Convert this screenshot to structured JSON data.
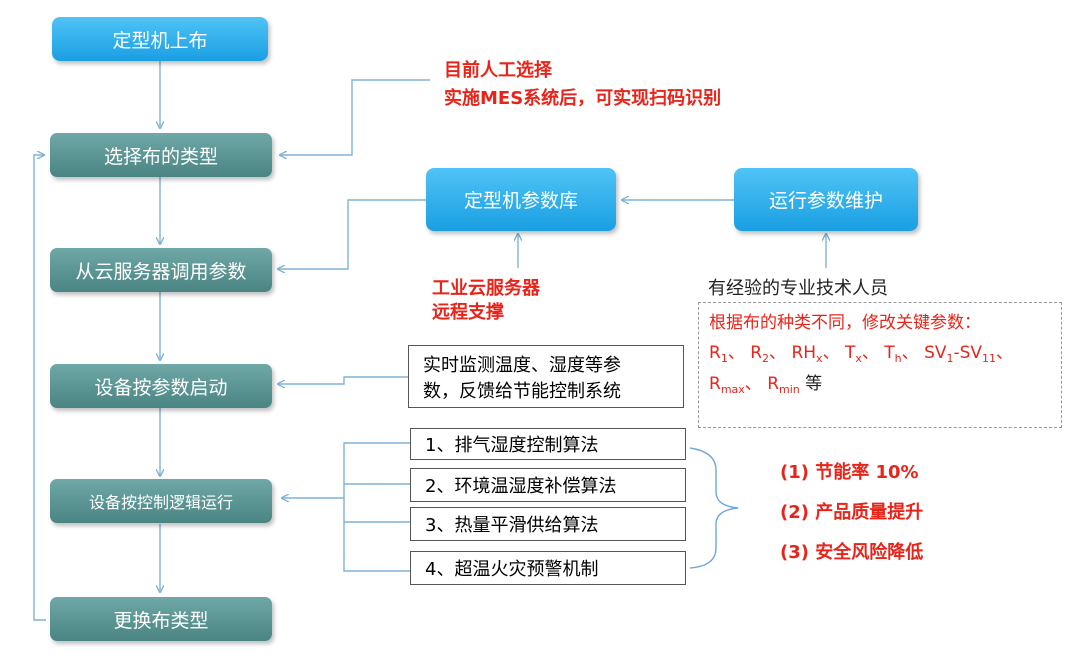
{
  "flow": {
    "step1": "定型机上布",
    "step2": "选择布的类型",
    "step3": "从云服务器调用参数",
    "step4": "设备按参数启动",
    "step5": "设备按控制逻辑运行",
    "step6": "更换布类型"
  },
  "note_select": {
    "line1": "目前人工选择",
    "line2": "实施MES系统后，可实现扫码识别"
  },
  "param_db": "定型机参数库",
  "param_maint": "运行参数维护",
  "cloud": {
    "line1": "工业云服务器",
    "line2": "远程支撑"
  },
  "experts": "有经验的专业技术人员",
  "params_box": {
    "line1": "根据布的种类不同，修改关键参数：",
    "r1": "R",
    "r1_sub": "1",
    "sep1": "、",
    "r2": "R",
    "r2_sub": "2",
    "sep2": "、",
    "rh": "RH",
    "rh_sub": "x",
    "sep3": "、",
    "tx": "T",
    "tx_sub": "x",
    "sep4": "、",
    "th": "T",
    "th_sub": "h",
    "sep5": "、",
    "sv1": "SV",
    "sv1_sub": "1",
    "dash": "-",
    "sv11": "SV",
    "sv11_sub": "11",
    "sep6": "、",
    "rmax": "R",
    "rmax_sub": "max",
    "sep7": "、",
    "rmin": "R",
    "rmin_sub": "min",
    "tail": "等"
  },
  "monitor": {
    "line1": "实时监测温度、湿度等参",
    "line2": "数，反馈给节能控制系统"
  },
  "algorithms": [
    "1、排气湿度控制算法",
    "2、环境温湿度补偿算法",
    "3、热量平滑供给算法",
    "4、超温火灾预警机制"
  ],
  "benefits": [
    "(1) 节能率 10%",
    "(2) 产品质量提升",
    "(3) 安全风险降低"
  ],
  "colors": {
    "blue": "#1a9fe3",
    "teal": "#4a8583",
    "red": "#e8241a",
    "connector": "#7fb3d5"
  }
}
